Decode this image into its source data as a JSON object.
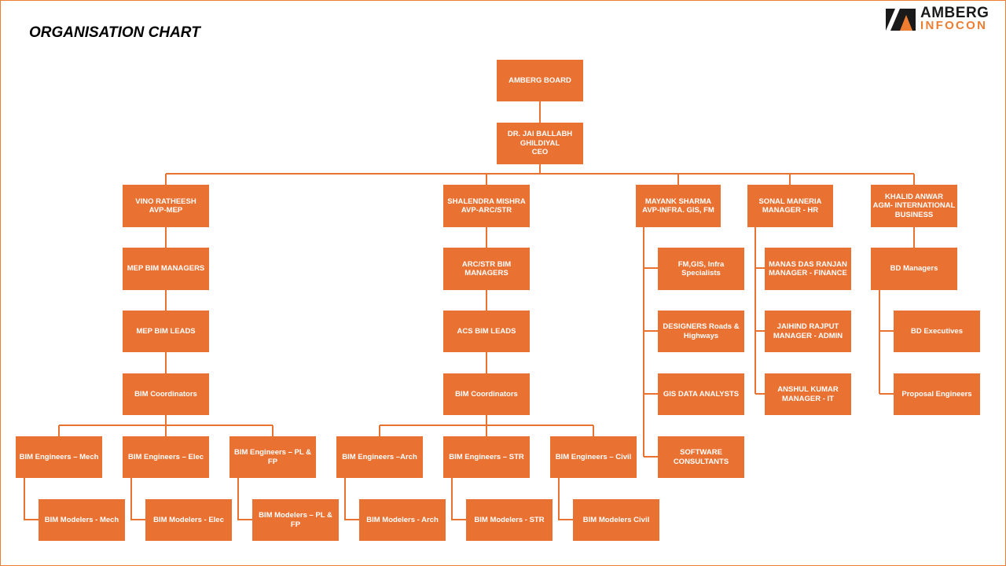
{
  "title": "ORGANISATION CHART",
  "logo": {
    "line1": "AMBERG",
    "line2": "INFOCON",
    "accent_color": "#ed7d31",
    "dark_color": "#1a1a1a"
  },
  "colors": {
    "box": "#e97132",
    "line": "#e97132",
    "text": "#ffffff"
  },
  "nodes": {
    "board": "AMBERG BOARD",
    "ceo": "DR. JAI BALLABH\nGHILDIYAL\nCEO",
    "mep_head": "VINO RATHEESH\nAVP-MEP",
    "mep_managers": "MEP BIM MANAGERS",
    "mep_leads": "MEP BIM LEADS",
    "mep_coordinators": "BIM Coordinators",
    "eng_mech": "BIM Engineers – Mech",
    "eng_elec": "BIM Engineers – Elec",
    "eng_plfp": "BIM Engineers – PL &\nFP",
    "mod_mech": "BIM Modelers - Mech",
    "mod_elec": "BIM Modelers - Elec",
    "mod_plfp": "BIM Modelers – PL & FP",
    "arc_head": "SHALENDRA MISHRA\nAVP-ARC/STR",
    "arc_managers": "ARC/STR BIM\nMANAGERS",
    "arc_leads": "ACS BIM LEADS",
    "arc_coordinators": "BIM Coordinators",
    "eng_arch": "BIM Engineers –Arch",
    "eng_str": "BIM Engineers – STR",
    "eng_civil": "BIM Engineers – Civil",
    "mod_arch": "BIM Modelers - Arch",
    "mod_str": "BIM Modelers - STR",
    "mod_civil": "BIM Modelers Civil",
    "infra_head": "MAYANK SHARMA\nAVP-INFRA. GIS, FM",
    "infra_fm": "FM,GIS, Infra\nSpecialists",
    "infra_designers": "DESIGNERS Roads &\nHighways",
    "infra_gis": "GIS DATA ANALYSTS",
    "infra_software": "SOFTWARE\nCONSULTANTS",
    "hr_head": "SONAL MANERIA\nMANAGER - HR",
    "hr_finance": "MANAS DAS RANJAN\nMANAGER - FINANCE",
    "hr_admin": "JAIHIND RAJPUT\nMANAGER - ADMIN",
    "hr_it": "ANSHUL KUMAR\nMANAGER - IT",
    "bd_head": "KHALID ANWAR\nAGM- INTERNATIONAL\nBUSINESS",
    "bd_managers": "BD Managers",
    "bd_executives": "BD Executives",
    "bd_proposal": "Proposal Engineers"
  }
}
